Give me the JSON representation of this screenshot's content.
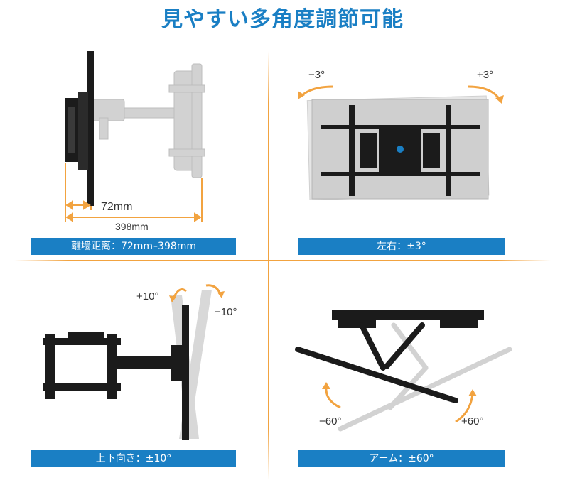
{
  "title": "見やすい多角度調節可能",
  "panels": {
    "wall_distance": {
      "label": "離墙距离：72mm–398mm",
      "dim_short": "72mm",
      "dim_long": "398mm"
    },
    "rotation": {
      "label": "左右：±3°",
      "left_angle": "−3°",
      "right_angle": "+3°"
    },
    "tilt": {
      "label": "上下向き：±10°",
      "up_angle": "+10°",
      "down_angle": "−10°"
    },
    "swivel": {
      "label": "アーム：±60°",
      "left_angle": "−60°",
      "right_angle": "+60°"
    }
  },
  "colors": {
    "brand_blue": "#1a7fc4",
    "accent_orange": "#f2a340",
    "bracket_black": "#1b1b1b",
    "ghost_gray": "#cfcfcf"
  }
}
